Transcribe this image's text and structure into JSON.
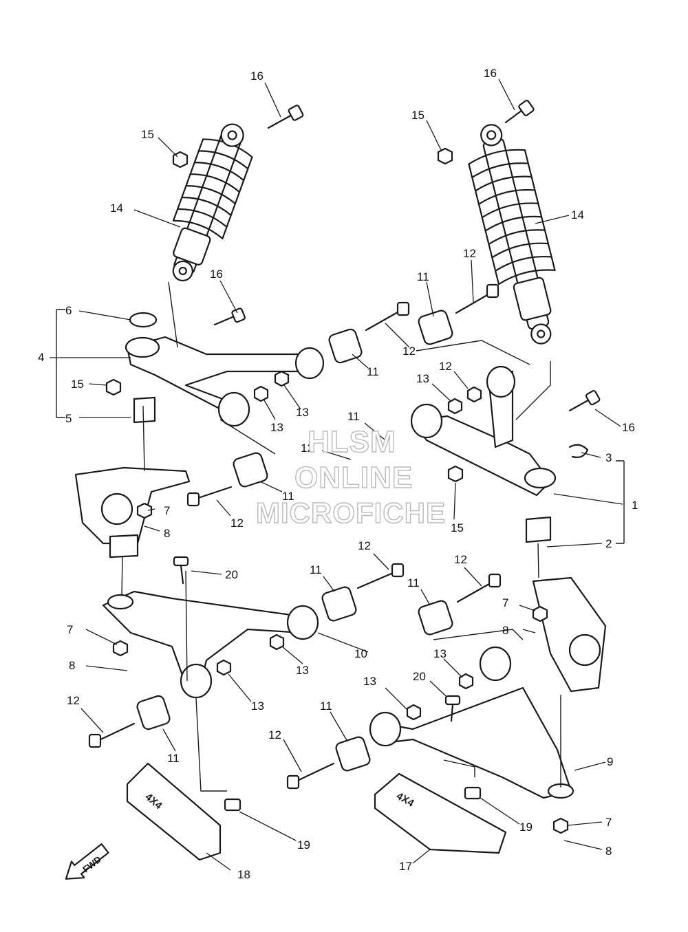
{
  "watermark": {
    "line1": "HLSM",
    "line2": "ONLINE",
    "line3": "MICROFICHE"
  },
  "fwd_arrow_label": "FWD",
  "guard_marking": "4X4",
  "callouts": [
    {
      "id": "c16a",
      "text": "16"
    },
    {
      "id": "c15a",
      "text": "15"
    },
    {
      "id": "c14a",
      "text": "14"
    },
    {
      "id": "c16b",
      "text": "16"
    },
    {
      "id": "c6",
      "text": "6"
    },
    {
      "id": "c4",
      "text": "4"
    },
    {
      "id": "c15b",
      "text": "15"
    },
    {
      "id": "c5",
      "text": "5"
    },
    {
      "id": "c7a",
      "text": "7"
    },
    {
      "id": "c8a",
      "text": "8"
    },
    {
      "id": "c12a",
      "text": "12"
    },
    {
      "id": "c11a",
      "text": "11"
    },
    {
      "id": "c13a",
      "text": "13"
    },
    {
      "id": "c13b",
      "text": "13"
    },
    {
      "id": "c11b",
      "text": "11"
    },
    {
      "id": "c12b",
      "text": "12"
    },
    {
      "id": "c16c",
      "text": "16"
    },
    {
      "id": "c15c",
      "text": "15"
    },
    {
      "id": "c14b",
      "text": "14"
    },
    {
      "id": "c12c",
      "text": "12"
    },
    {
      "id": "c11c",
      "text": "11"
    },
    {
      "id": "c12d",
      "text": "12"
    },
    {
      "id": "c13c",
      "text": "13"
    },
    {
      "id": "c13d",
      "text": "13"
    },
    {
      "id": "c16d",
      "text": "16"
    },
    {
      "id": "c11d",
      "text": "11"
    },
    {
      "id": "c12e",
      "text": "12"
    },
    {
      "id": "c3",
      "text": "3"
    },
    {
      "id": "c1",
      "text": "1"
    },
    {
      "id": "c15d",
      "text": "15"
    },
    {
      "id": "c2",
      "text": "2"
    },
    {
      "id": "c20a",
      "text": "20"
    },
    {
      "id": "c12f",
      "text": "12"
    },
    {
      "id": "c11e",
      "text": "11"
    },
    {
      "id": "c12g",
      "text": "12"
    },
    {
      "id": "c11f",
      "text": "11"
    },
    {
      "id": "c7b",
      "text": "7"
    },
    {
      "id": "c8b",
      "text": "8"
    },
    {
      "id": "c13e",
      "text": "13"
    },
    {
      "id": "c10",
      "text": "10"
    },
    {
      "id": "c7c",
      "text": "7"
    },
    {
      "id": "c8c",
      "text": "8"
    },
    {
      "id": "c13f",
      "text": "13"
    },
    {
      "id": "c13g",
      "text": "13"
    },
    {
      "id": "c12h",
      "text": "12"
    },
    {
      "id": "c11g",
      "text": "11"
    },
    {
      "id": "c20b",
      "text": "20"
    },
    {
      "id": "c13h",
      "text": "13"
    },
    {
      "id": "c11h",
      "text": "11"
    },
    {
      "id": "c12i",
      "text": "12"
    },
    {
      "id": "c9",
      "text": "9"
    },
    {
      "id": "c19a",
      "text": "19"
    },
    {
      "id": "c19b",
      "text": "19"
    },
    {
      "id": "c7d",
      "text": "7"
    },
    {
      "id": "c8d",
      "text": "8"
    },
    {
      "id": "c17",
      "text": "17"
    },
    {
      "id": "c18",
      "text": "18"
    }
  ]
}
